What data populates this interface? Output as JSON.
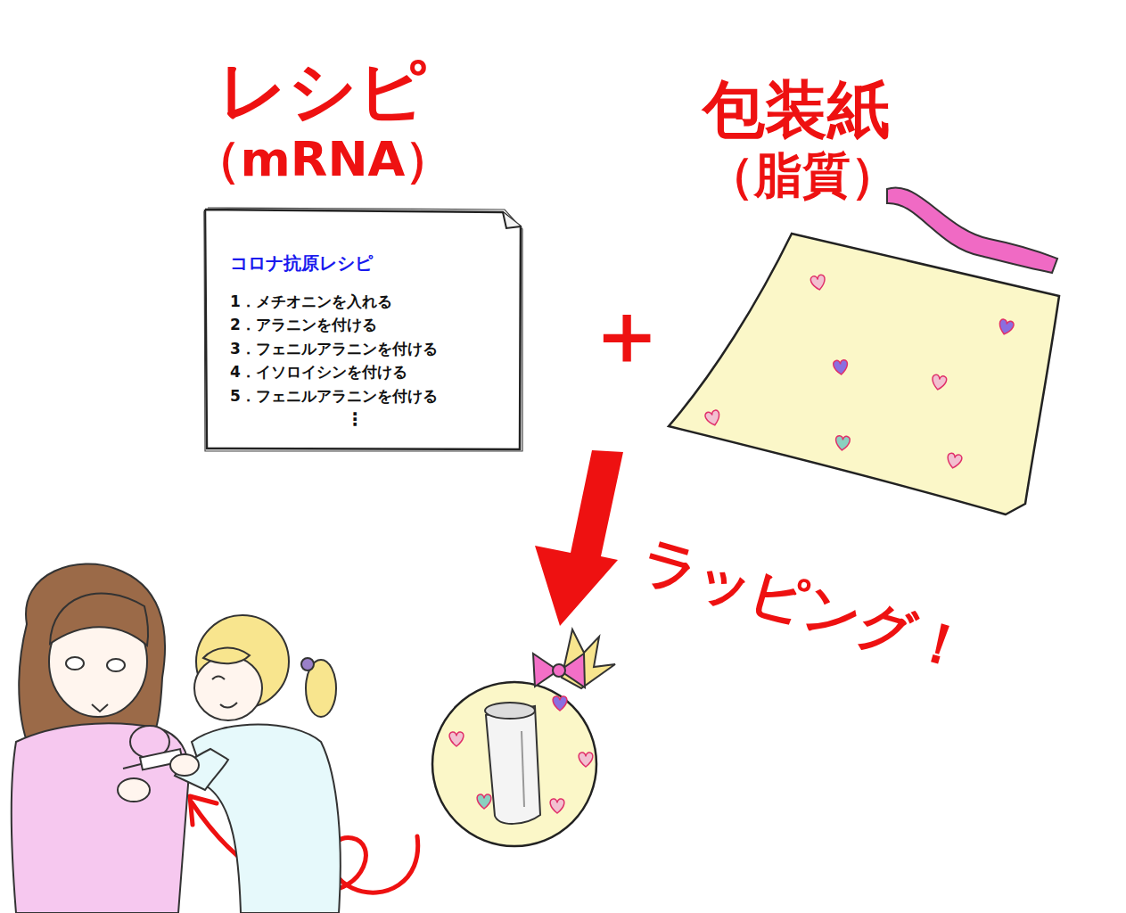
{
  "diagram": {
    "nodes": [
      {
        "text": [
          "レシピ",
          "（mRNA）",
          "コロナ抗原レシピ",
          "1．メチオニンを入れる",
          "2．アラニンを付ける",
          "3．フェニルアラニンを付ける",
          "4．イソロイシンを付ける",
          "5．フェニルアラニンを付ける",
          "⋮"
        ]
      },
      {
        "text": [
          "包装紙",
          "（脂質）"
        ]
      }
    ],
    "labels": [
      "＋",
      "ラッピング！"
    ]
  }
}
